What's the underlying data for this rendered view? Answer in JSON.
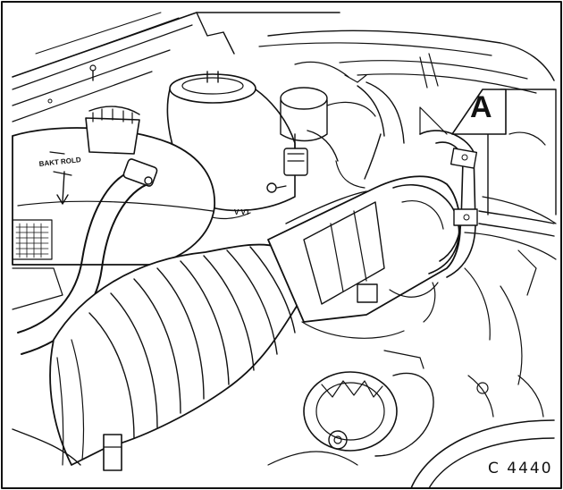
{
  "figure": {
    "callout_label": "A",
    "figure_code": "C 4440",
    "stamped_text": "BAKT ROLD"
  },
  "colors": {
    "ink": "#111111",
    "paper": "#ffffff"
  }
}
